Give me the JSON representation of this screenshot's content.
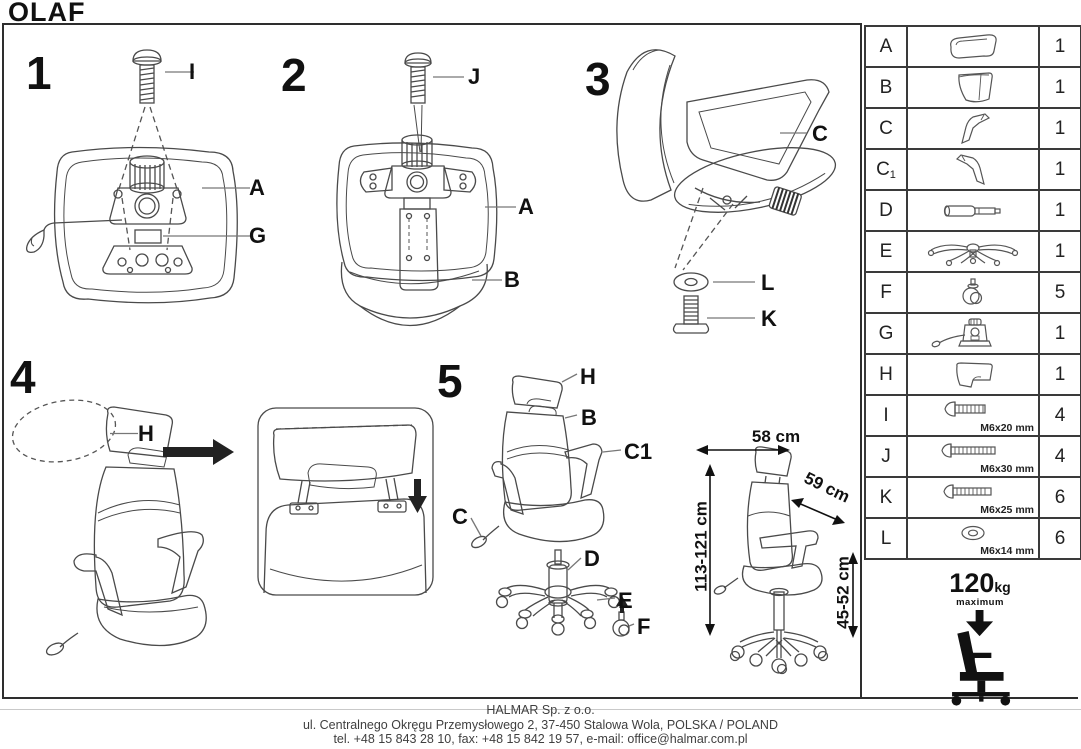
{
  "title": "OLAF",
  "steps": {
    "s1": {
      "number": "1",
      "label_i": "I",
      "label_a": "A",
      "label_g": "G"
    },
    "s2": {
      "number": "2",
      "label_j": "J",
      "label_a": "A",
      "label_b": "B"
    },
    "s3": {
      "number": "3",
      "label_c": "C",
      "label_l": "L",
      "label_k": "K"
    },
    "s4": {
      "number": "4",
      "label_h": "H"
    },
    "s5": {
      "number": "5",
      "label_h": "H",
      "label_b": "B",
      "label_c1": "C1",
      "label_c": "C",
      "label_d": "D",
      "label_e": "E",
      "label_f": "F"
    }
  },
  "dimensions": {
    "width": "58 cm",
    "depth": "59 cm",
    "height_total": "113-121 cm",
    "height_seat": "45-52 cm"
  },
  "parts_table": {
    "rows": [
      {
        "letter": "A",
        "sub": "",
        "qty": "1",
        "size": ""
      },
      {
        "letter": "B",
        "sub": "",
        "qty": "1",
        "size": ""
      },
      {
        "letter": "C",
        "sub": "",
        "qty": "1",
        "size": ""
      },
      {
        "letter": "C",
        "sub": "1",
        "qty": "1",
        "size": ""
      },
      {
        "letter": "D",
        "sub": "",
        "qty": "1",
        "size": ""
      },
      {
        "letter": "E",
        "sub": "",
        "qty": "1",
        "size": ""
      },
      {
        "letter": "F",
        "sub": "",
        "qty": "5",
        "size": ""
      },
      {
        "letter": "G",
        "sub": "",
        "qty": "1",
        "size": ""
      },
      {
        "letter": "H",
        "sub": "",
        "qty": "1",
        "size": ""
      },
      {
        "letter": "I",
        "sub": "",
        "qty": "4",
        "size": "M6x20 mm"
      },
      {
        "letter": "J",
        "sub": "",
        "qty": "4",
        "size": "M6x30 mm"
      },
      {
        "letter": "K",
        "sub": "",
        "qty": "6",
        "size": "M6x25 mm"
      },
      {
        "letter": "L",
        "sub": "",
        "qty": "6",
        "size": "M6x14 mm"
      }
    ]
  },
  "max_load": {
    "value": "120",
    "unit": "kg",
    "note": "maximum"
  },
  "footer": {
    "company": "HALMAR Sp. z o.o.",
    "address": "ul. Centralnego Okręgu Przemysłowego 2, 37-450 Stalowa Wola, POLSKA / POLAND",
    "contact": "tel. +48 15 843 28 10, fax: +48 15 842 19 57, e-mail: office@halmar.com.pl"
  }
}
